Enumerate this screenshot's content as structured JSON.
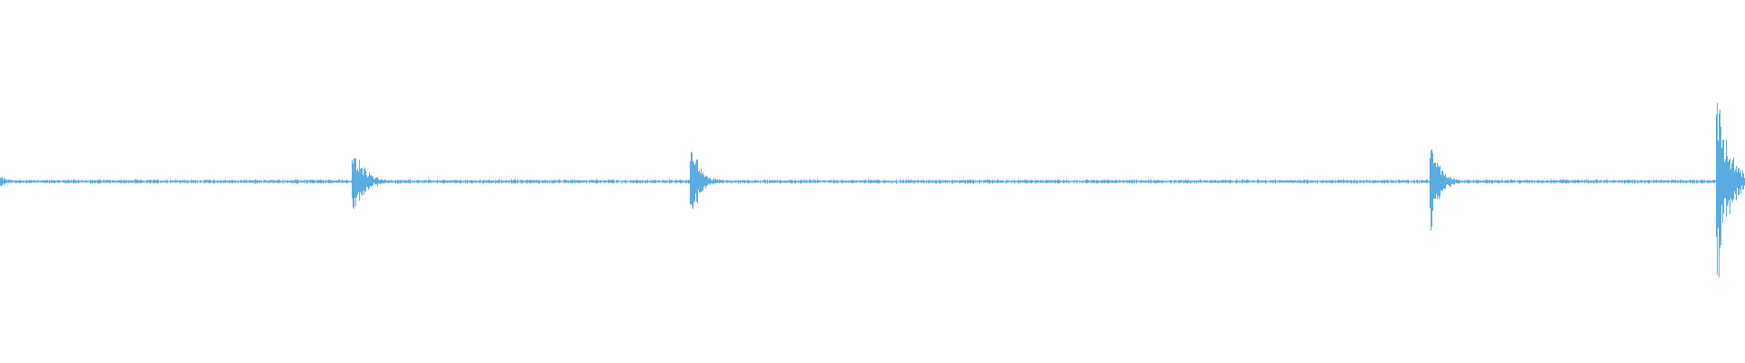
{
  "waveform": {
    "color": "#5aade3",
    "background": "#ffffff",
    "baseline_noise": 0.012,
    "bursts": [
      {
        "position": 0.0,
        "amplitude": 0.09,
        "decay": 0.004
      },
      {
        "position": 0.2035,
        "amplitude": 0.39,
        "decay": 0.006
      },
      {
        "position": 0.397,
        "amplitude": 0.42,
        "decay": 0.005
      },
      {
        "position": 0.821,
        "amplitude": 0.5,
        "decay": 0.005
      },
      {
        "position": 0.985,
        "amplitude": 1.0,
        "decay": 0.007
      }
    ]
  }
}
